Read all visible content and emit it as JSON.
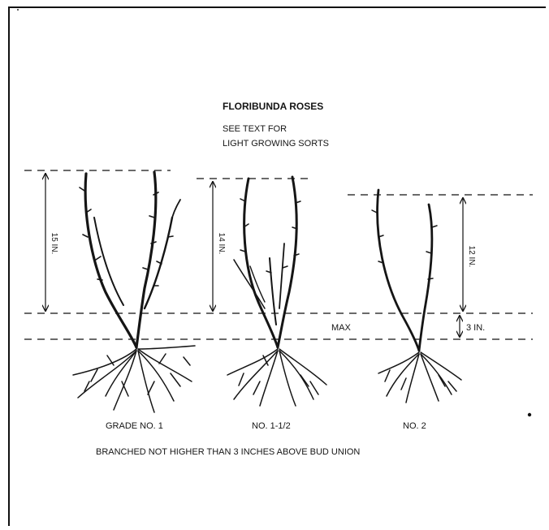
{
  "title": "FLORIBUNDA ROSES",
  "note_line1": "SEE TEXT FOR",
  "note_line2": "LIGHT GROWING SORTS",
  "dimensions": {
    "grade1_height": "15 IN.",
    "grade112_height": "14 IN.",
    "grade2_height": "12 IN.",
    "max_label": "MAX",
    "branch_zone": "3 IN."
  },
  "grades": {
    "grade1": "GRADE NO. 1",
    "grade112": "NO. 1-1/2",
    "grade2": "NO. 2"
  },
  "caption": "BRANCHED NOT HIGHER THAN 3 INCHES ABOVE BUD UNION"
}
